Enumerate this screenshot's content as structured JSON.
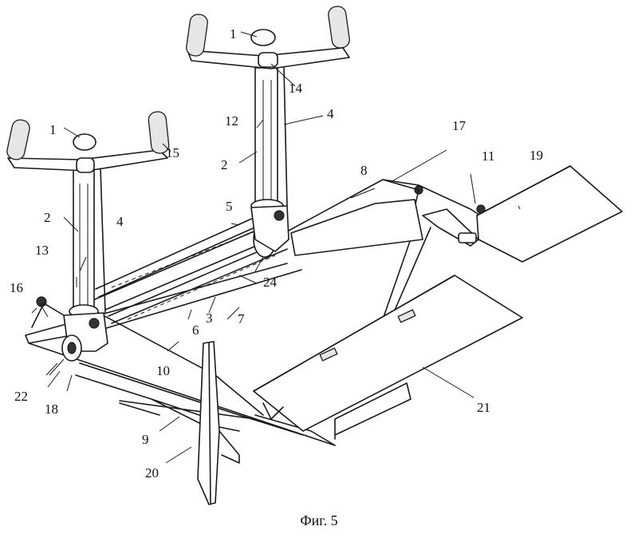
{
  "caption": "Фиг. 5",
  "labels": [
    "1",
    "1",
    "2",
    "2",
    "3",
    "4",
    "4",
    "5",
    "6",
    "7",
    "8",
    "9",
    "10",
    "11",
    "12",
    "13",
    "14",
    "15",
    "16",
    "17",
    "18",
    "19",
    "20",
    "21",
    "22",
    "24"
  ]
}
